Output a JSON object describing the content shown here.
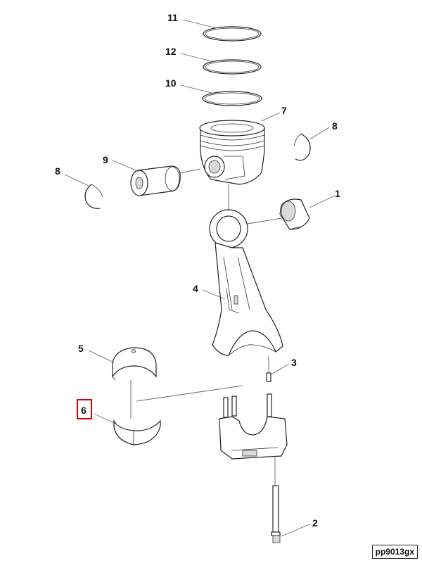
{
  "callouts": {
    "c11": "11",
    "c12": "12",
    "c10": "10",
    "c7": "7",
    "c8a": "8",
    "c8b": "8",
    "c9": "9",
    "c1": "1",
    "c4": "4",
    "c5": "5",
    "c3": "3",
    "c6": "6",
    "c2": "2"
  },
  "highlighted_callout": "6",
  "highlight_color": "#d60000",
  "drawing_code": "pp9013gx"
}
